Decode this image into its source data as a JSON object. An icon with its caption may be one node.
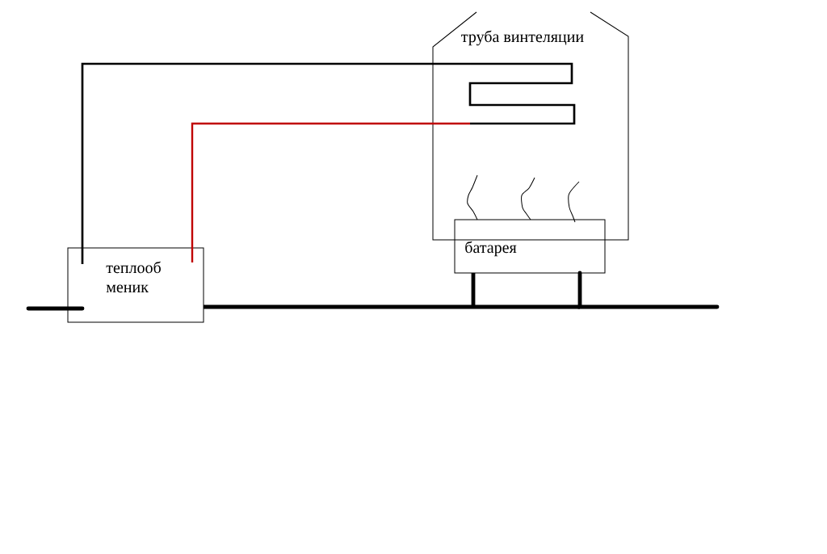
{
  "diagram": {
    "nodes": [
      {
        "text": [
          "труба винтеляции"
        ]
      },
      {
        "text": [],
        "shape": "coil",
        "in": 0
      },
      {
        "text": [
          "батарея"
        ]
      },
      {
        "text": [
          "теплооб меник"
        ]
      }
    ],
    "edges": [
      {
        "from": 3,
        "to": 1,
        "arrow": "none"
      },
      {
        "from": 1,
        "to": 3,
        "arrow": "none",
        "color": "#c00000"
      },
      {
        "from": null,
        "to": 3,
        "arrow": "none"
      },
      {
        "from": 3,
        "to": 2,
        "arrow": "none"
      },
      {
        "from": 2,
        "to": null,
        "arrow": "none"
      }
    ]
  }
}
